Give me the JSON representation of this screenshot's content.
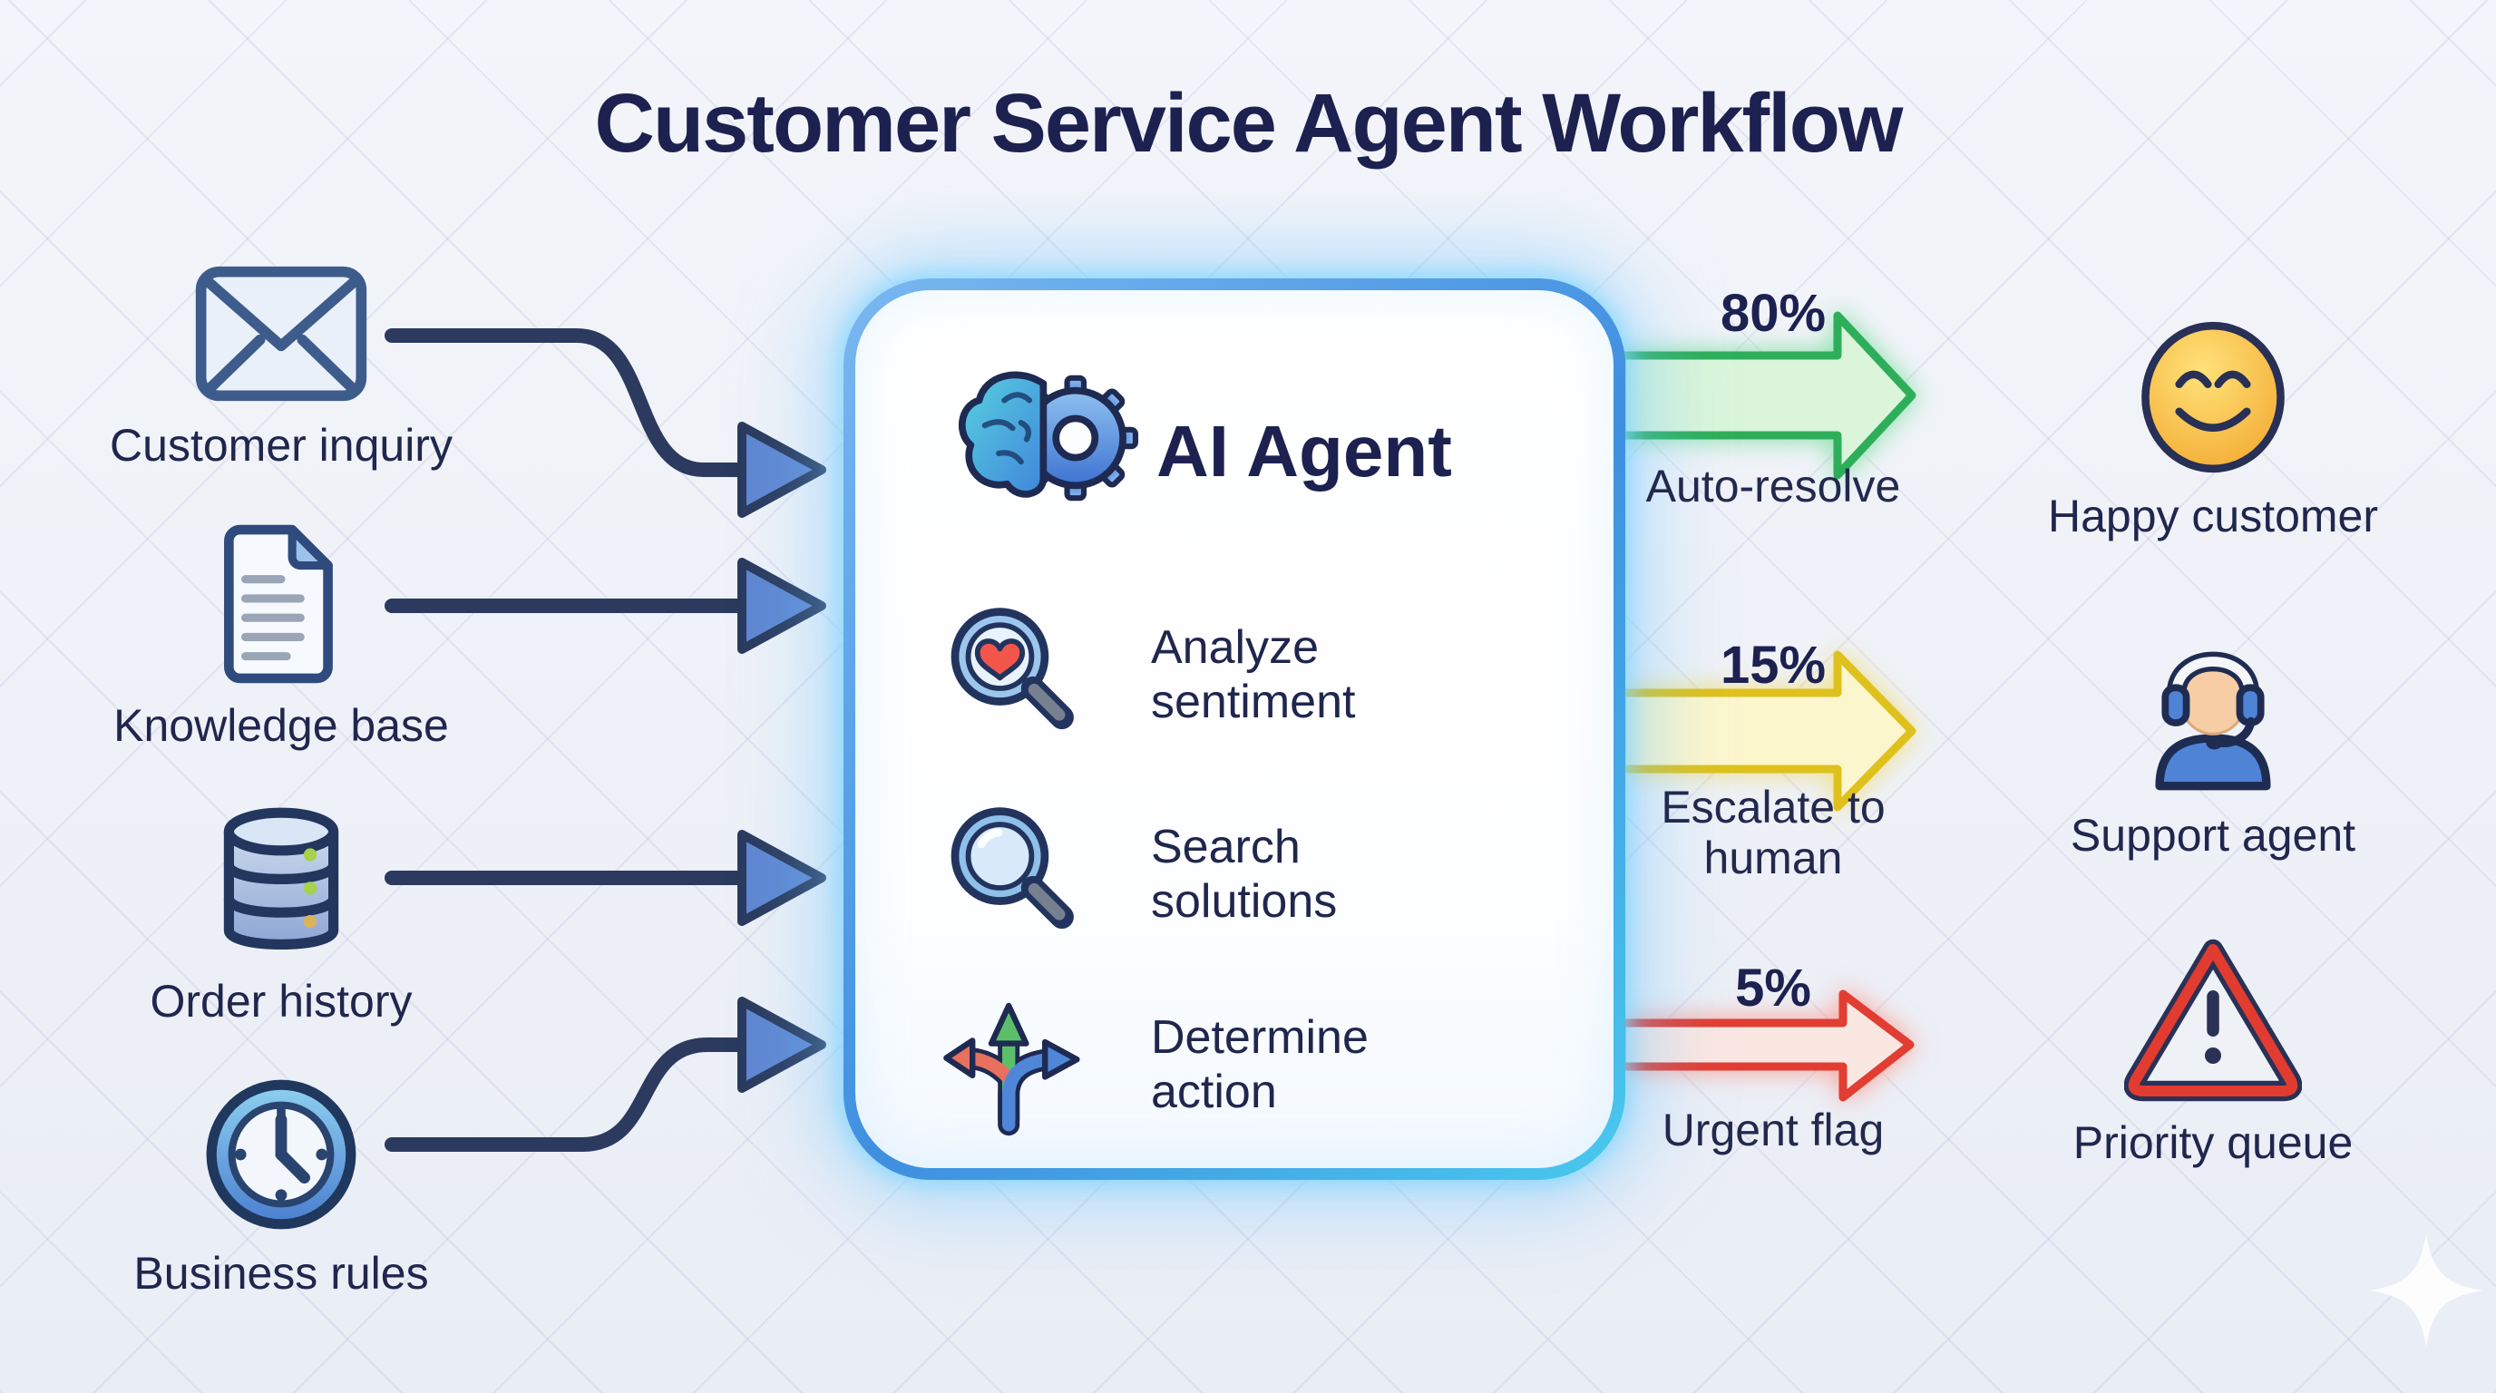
{
  "title": "Customer Service Agent Workflow",
  "inputs": [
    {
      "label": "Customer inquiry",
      "icon": "envelope-icon"
    },
    {
      "label": "Knowledge base",
      "icon": "document-icon"
    },
    {
      "label": "Order history",
      "icon": "database-icon"
    },
    {
      "label": "Business rules",
      "icon": "clock-icon"
    }
  ],
  "agent": {
    "title": "AI Agent",
    "icon": "brain-gear-icon",
    "steps": [
      {
        "label": "Analyze sentiment",
        "icon": "heart-magnifier-icon"
      },
      {
        "label": "Search solutions",
        "icon": "magnifier-icon"
      },
      {
        "label": "Determine action",
        "icon": "branch-arrows-icon"
      }
    ]
  },
  "outputs": [
    {
      "percent": "80%",
      "action": "Auto-resolve",
      "result": "Happy customer",
      "icon": "happy-face-icon",
      "color": "#2fae5a"
    },
    {
      "percent": "15%",
      "action": "Escalate to human",
      "result": "Support agent",
      "icon": "support-agent-icon",
      "color": "#dec11e"
    },
    {
      "percent": "5%",
      "action": "Urgent flag",
      "result": "Priority queue",
      "icon": "warning-triangle-icon",
      "color": "#e23c30"
    }
  ],
  "colors": {
    "background": "#eef1f7",
    "text": "#1d2150",
    "input_arrow": "#2b3a5e",
    "arrowhead_fill": "#5f87d1",
    "box_border": "#4d9ce6",
    "box_glow": "#7fd8f0"
  },
  "decoration": {
    "icon": "sparkle-icon"
  }
}
